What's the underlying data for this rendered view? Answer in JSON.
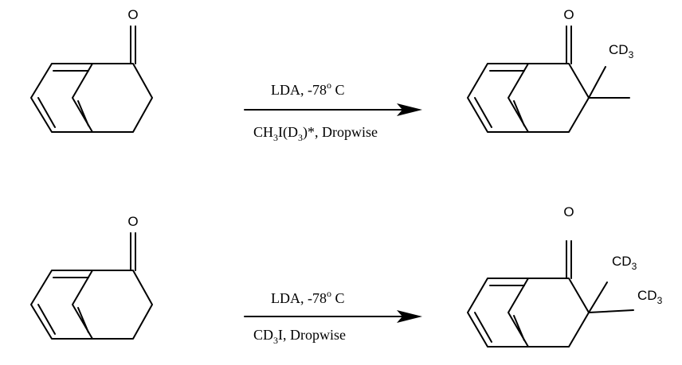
{
  "reactions": [
    {
      "reactant": {
        "oxygen": "O"
      },
      "conditions": {
        "line1_prefix": "LDA, -78",
        "line1_sup": "o",
        "line1_suffix": " C",
        "line2_a": "CH",
        "line2_sub1": "3",
        "line2_b": "I(D",
        "line2_sub2": "3",
        "line2_c": ")*, Dropwise"
      },
      "product": {
        "oxygen": "O",
        "group_main": "CD",
        "group_sub": "3"
      }
    },
    {
      "reactant": {
        "oxygen": "O"
      },
      "conditions": {
        "line1_prefix": "LDA, -78",
        "line1_sup": "o",
        "line1_suffix": " C",
        "line2_a": "CD",
        "line2_sub1": "3",
        "line2_b": "I, Dropwise"
      },
      "product": {
        "oxygen": "O",
        "group1_main": "CD",
        "group1_sub": "3",
        "group2_main": "CD",
        "group2_sub": "3"
      }
    }
  ]
}
